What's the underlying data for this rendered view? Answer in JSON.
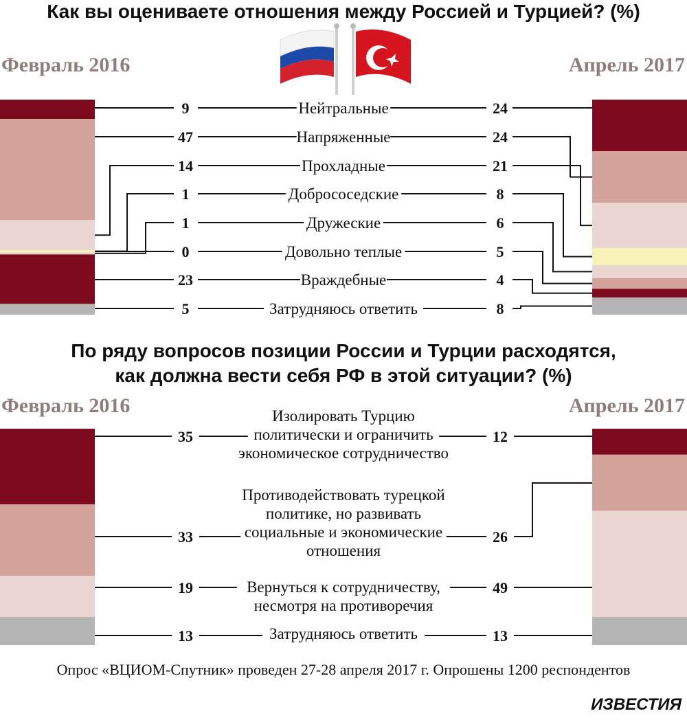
{
  "question1": {
    "title": "Как вы оцениваете отношения между Россией и Турцией? (%)"
  },
  "question2": {
    "title_line1": "По ряду вопросов позиции России и Турции расходятся,",
    "title_line2": "как должна вести себя РФ в этой ситуации? (%)"
  },
  "periods": {
    "left": "Февраль 2016",
    "right": "Апрель 2017"
  },
  "colors": {
    "dark_red": "#7d0a1e",
    "rose": "#d3a29a",
    "pale_pink": "#ead5d2",
    "pale_yellow": "#f7f2b8",
    "gray": "#b5b5b5",
    "line": "#111111",
    "period_text": "#8f7d7d"
  },
  "footer": "Опрос «ВЦИОМ-Спутник» проведен 27-28 апреля 2017 г. Опрошены 1200 респондентов",
  "logo": "ИЗВЕСТИЯ",
  "chart_data": [
    {
      "type": "bar",
      "stacked": true,
      "title": "Как вы оцениваете отношения между Россией и Турцией? (%)",
      "categories": [
        "Нейтральные",
        "Напряженные",
        "Прохладные",
        "Добрососедские",
        "Дружеские",
        "Довольно теплые",
        "Враждебные",
        "Затрудняюсь ответить"
      ],
      "series": [
        {
          "name": "Февраль 2016",
          "values": [
            9,
            47,
            14,
            1,
            1,
            0,
            23,
            5
          ]
        },
        {
          "name": "Апрель 2017",
          "values": [
            24,
            24,
            21,
            8,
            6,
            5,
            4,
            8
          ]
        }
      ],
      "segment_colors": [
        "#7d0a1e",
        "#d3a29a",
        "#ead5d2",
        "#f7f2b8",
        "#ead5d2",
        "#d3a29a",
        "#7d0a1e",
        "#b5b5b5"
      ],
      "legend_position": "top-left and top-right"
    },
    {
      "type": "bar",
      "stacked": true,
      "title": "По ряду вопросов позиции России и Турции расходятся, как должна вести себя РФ в этой ситуации? (%)",
      "categories": [
        [
          "Изолировать Турцию",
          "политически и ограничить",
          "экономическое сотрудничество"
        ],
        [
          "Противодействовать турецкой",
          "политике, но развивать",
          "социальные и экономические",
          "отношения"
        ],
        [
          "Вернуться к сотрудничеству,",
          "несмотря на противоречия"
        ],
        [
          "Затрудняюсь ответить"
        ]
      ],
      "series": [
        {
          "name": "Февраль 2016",
          "values": [
            35,
            33,
            19,
            13
          ]
        },
        {
          "name": "Апрель 2017",
          "values": [
            12,
            26,
            49,
            13
          ]
        }
      ],
      "segment_colors": [
        "#7d0a1e",
        "#d3a29a",
        "#ead5d2",
        "#b5b5b5"
      ],
      "legend_position": "top-left and top-right"
    }
  ]
}
